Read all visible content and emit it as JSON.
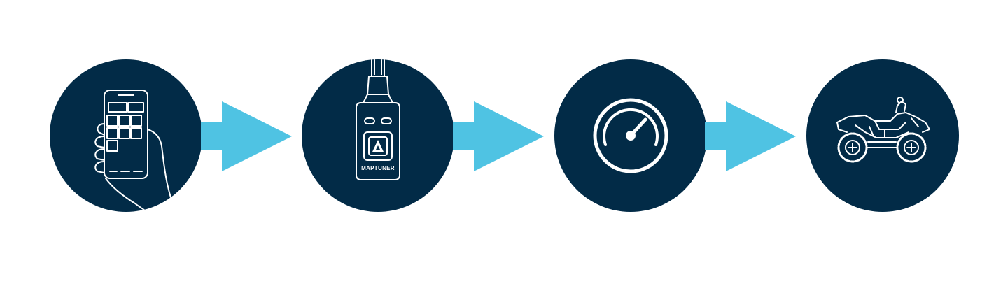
{
  "colors": {
    "circle": "#022b47",
    "arrow": "#4fc3e3",
    "icon_stroke": "#ffffff",
    "background": "#ffffff"
  },
  "steps": [
    {
      "icon": "smartphone-app-icon"
    },
    {
      "icon": "maptuner-device-icon",
      "brand_label": "MAPTUNER"
    },
    {
      "icon": "speedometer-gauge-icon"
    },
    {
      "icon": "atv-quad-bike-icon"
    }
  ],
  "arrows": [
    {
      "icon": "right-arrow"
    },
    {
      "icon": "right-arrow"
    },
    {
      "icon": "right-arrow"
    }
  ]
}
